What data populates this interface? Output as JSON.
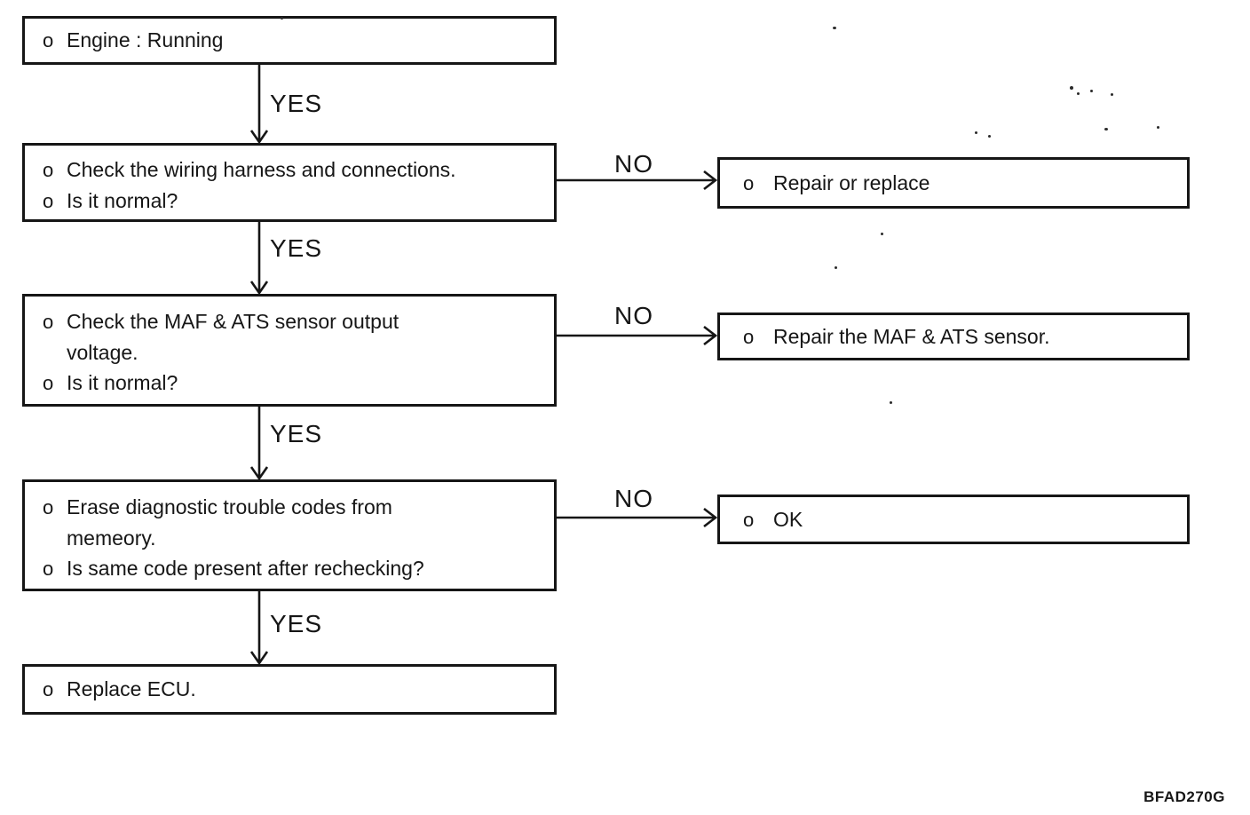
{
  "labels": {
    "yes": "YES",
    "no": "NO"
  },
  "footer": {
    "figure_code": "BFAD270G"
  },
  "flow": {
    "left_boxes": [
      {
        "name": "engine-running",
        "lines": [
          {
            "bullet": "o",
            "text": "Engine : Running"
          }
        ]
      },
      {
        "name": "check-wiring-harness",
        "lines": [
          {
            "bullet": "o",
            "text": "Check the wiring harness and connections."
          },
          {
            "bullet": "o",
            "text": "Is it normal?"
          }
        ]
      },
      {
        "name": "check-maf-ats-output",
        "lines": [
          {
            "bullet": "o",
            "text": "Check the MAF & ATS sensor output"
          },
          {
            "bullet": "",
            "text": "voltage."
          },
          {
            "bullet": "o",
            "text": "Is it normal?"
          }
        ]
      },
      {
        "name": "erase-trouble-codes",
        "lines": [
          {
            "bullet": "o",
            "text": "Erase diagnostic trouble codes from"
          },
          {
            "bullet": "",
            "text": "memeory."
          },
          {
            "bullet": "o",
            "text": "Is same code present after rechecking?"
          }
        ]
      },
      {
        "name": "replace-ecu",
        "lines": [
          {
            "bullet": "o",
            "text": "Replace ECU."
          }
        ]
      }
    ],
    "right_boxes": [
      {
        "name": "repair-or-replace",
        "lines": [
          {
            "bullet": "o",
            "text": "Repair or replace"
          }
        ]
      },
      {
        "name": "repair-maf-ats-sensor",
        "lines": [
          {
            "bullet": "o",
            "text": "Repair the MAF & ATS sensor."
          }
        ]
      },
      {
        "name": "ok",
        "lines": [
          {
            "bullet": "o",
            "text": "OK"
          }
        ]
      }
    ]
  }
}
